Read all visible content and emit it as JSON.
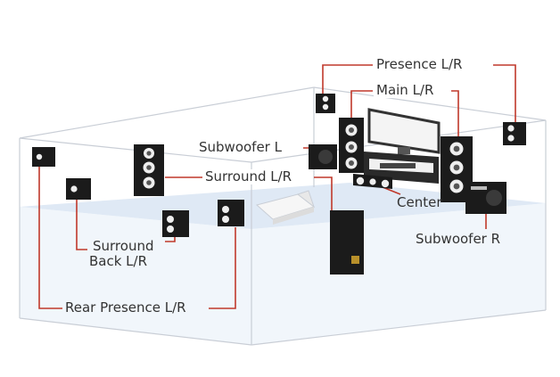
{
  "labels": {
    "presence": "Presence L/R",
    "main": "Main L/R",
    "subwoofer_l": "Subwoofer L",
    "surround": "Surround L/R",
    "center": "Center",
    "subwoofer_r": "Subwoofer R",
    "surround_back_line1": "Surround",
    "surround_back_line2": "Back L/R",
    "rear_presence": "Rear Presence L/R"
  },
  "colors": {
    "leader": "#c0392b",
    "floor": "#dfe9f5",
    "room_edge": "#c9ced6",
    "speaker": "#1b1b1b"
  }
}
